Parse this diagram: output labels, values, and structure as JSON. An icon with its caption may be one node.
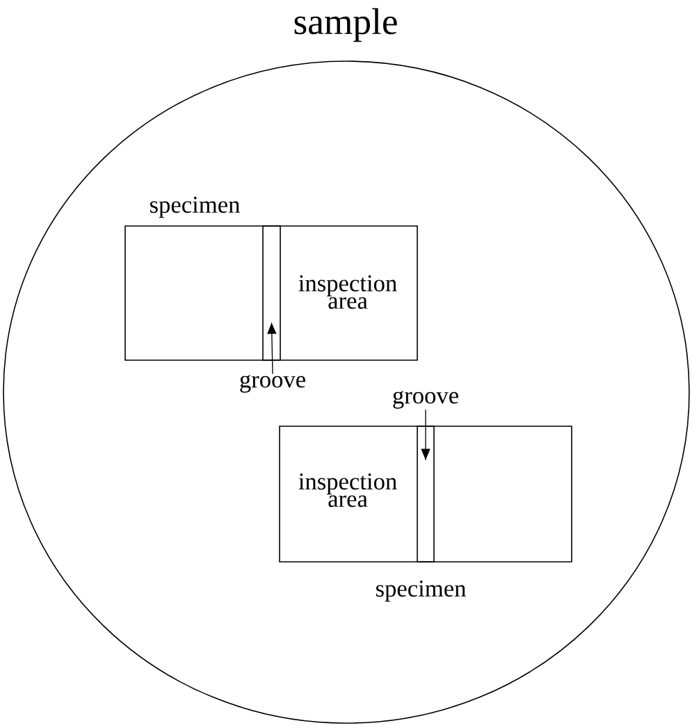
{
  "diagram": {
    "nodes": [
      {
        "text": [
          "sample"
        ]
      },
      {
        "text": [
          "specimen",
          "inspection area"
        ],
        "in": 0
      },
      {
        "text": [],
        "shape": "bar",
        "in": 1
      },
      {
        "text": [
          "groove"
        ],
        "in": 0
      },
      {
        "text": [
          "groove"
        ],
        "in": 0
      },
      {
        "text": [
          "inspection area",
          "specimen"
        ],
        "in": 0
      },
      {
        "text": [],
        "shape": "bar",
        "in": 5
      }
    ],
    "edges": [
      {
        "from": 3,
        "to": 2,
        "arrow": "to"
      },
      {
        "from": 4,
        "to": 6,
        "arrow": "to"
      }
    ]
  }
}
